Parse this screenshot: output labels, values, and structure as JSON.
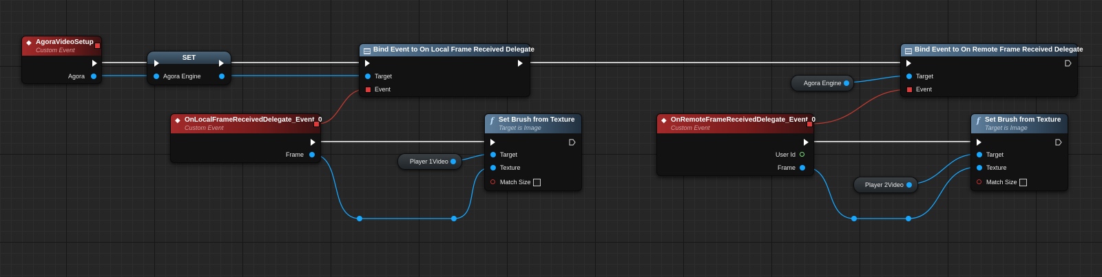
{
  "nodes": {
    "agora_setup": {
      "title": "AgoraVideoSetup",
      "subtitle": "Custom Event",
      "out_pin": "Agora"
    },
    "set": {
      "title": "SET",
      "in_pin": "Agora Engine"
    },
    "bind_local": {
      "title": "Bind Event to On Local Frame Received Delegate",
      "target": "Target",
      "event": "Event"
    },
    "bind_remote": {
      "title": "Bind Event to On Remote Frame Received Delegate",
      "target": "Target",
      "event": "Event"
    },
    "agora_engine_var": {
      "label": "Agora Engine"
    },
    "local_event": {
      "title": "OnLocalFrameReceivedDelegate_Event_0",
      "subtitle": "Custom Event",
      "frame": "Frame"
    },
    "remote_event": {
      "title": "OnRemoteFrameReceivedDelegate_Event_0",
      "subtitle": "Custom Event",
      "user_id": "User Id",
      "frame": "Frame"
    },
    "brush_local": {
      "title": "Set Brush from Texture",
      "subtitle": "Target is Image",
      "target": "Target",
      "texture": "Texture",
      "match_size": "Match Size"
    },
    "brush_remote": {
      "title": "Set Brush from Texture",
      "subtitle": "Target is Image",
      "target": "Target",
      "texture": "Texture",
      "match_size": "Match Size"
    },
    "player1_var": {
      "label": "Player 1Video"
    },
    "player2_var": {
      "label": "Player 2Video"
    }
  },
  "colors": {
    "exec_wire": "#ffffff",
    "object_wire": "#17a7ff",
    "delegate_wire": "#c23a30",
    "event_header": "#a32a2a",
    "function_header": "#5e7f9c"
  }
}
